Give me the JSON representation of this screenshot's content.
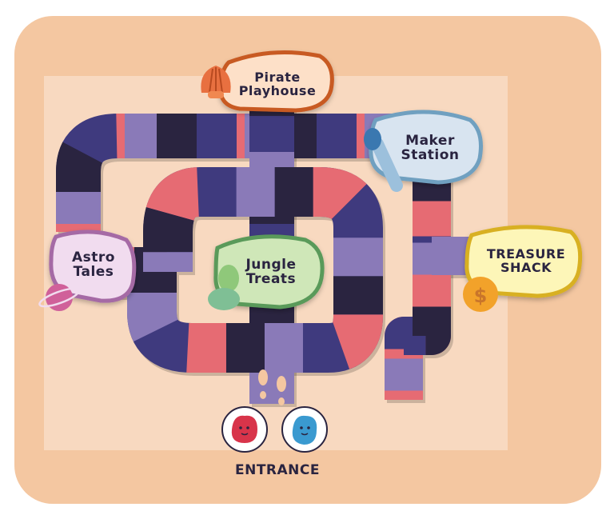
{
  "zones": {
    "pirate": {
      "line1": "Pirate",
      "line2": "Playhouse"
    },
    "maker": {
      "line1": "Maker",
      "line2": "Station"
    },
    "astro": {
      "line1": "Astro",
      "line2": "Tales"
    },
    "jungle": {
      "line1": "Jungle",
      "line2": "Treats"
    },
    "treasure": {
      "line1": "TREASURE",
      "line2": "SHACK"
    }
  },
  "entrance": {
    "label": "ENTRANCE"
  },
  "icons": {
    "pirate": "shell-icon",
    "maker": "paint-brush-icon",
    "astro": "planet-icon",
    "jungle": "leaf-icon",
    "treasure": "coin-icon",
    "footprints": "footprints-icon",
    "mascots": [
      "red-mascot-icon",
      "blue-mascot-icon"
    ]
  },
  "colors": {
    "background": "#f4c7a1",
    "inner": "#f8d9c0",
    "path_navy": "#3f3a7e",
    "path_dark": "#2a2440",
    "path_pink": "#e66b73",
    "path_purple": "#8a7ab8",
    "pirate": "#c85a22",
    "maker": "#6fa0c0",
    "astro": "#a56aa5",
    "jungle": "#5a9a5a",
    "treasure": "#d8b020"
  }
}
